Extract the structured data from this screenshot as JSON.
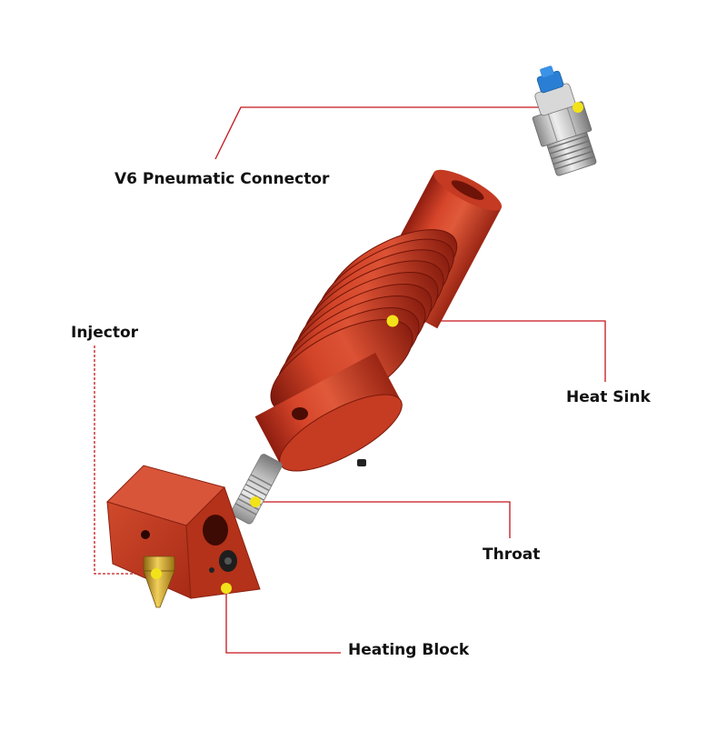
{
  "labels": {
    "connector": "V6 Pneumatic Connector",
    "heat_sink": "Heat Sink",
    "injector": "Injector",
    "throat": "Throat",
    "heating_block": "Heating Block"
  },
  "colors": {
    "leader_line": "#c4161c",
    "marker_dot": "#f2e21a",
    "aluminium_red": "#c8361f",
    "brass": "#c9a028",
    "steel": "#c8c8c8",
    "fitting_blue": "#2a7fd4"
  }
}
